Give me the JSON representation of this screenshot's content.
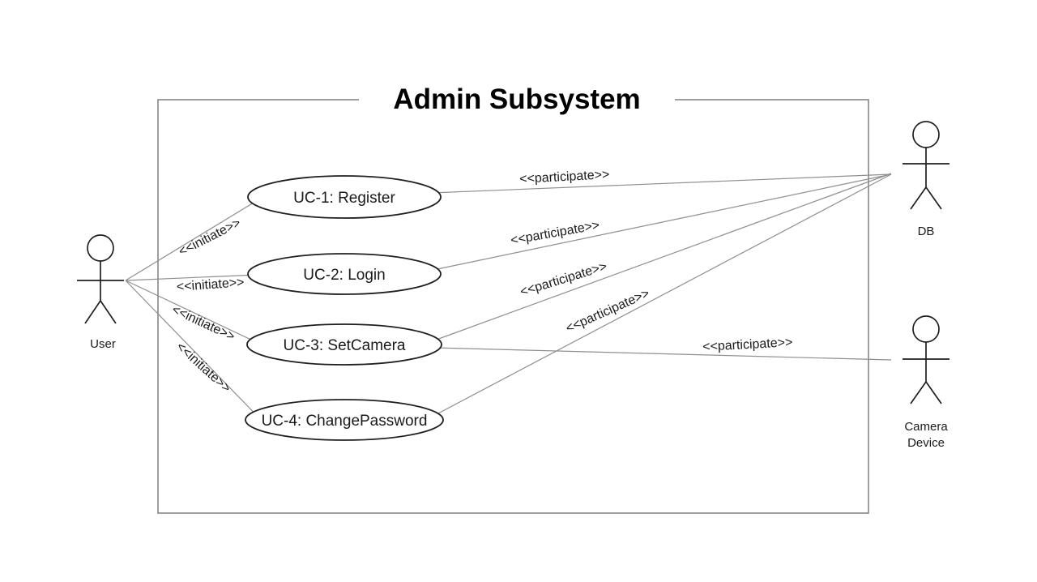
{
  "diagram": {
    "title": "Admin Subsystem"
  },
  "actors": {
    "user": {
      "label": "User"
    },
    "db": {
      "label": "DB"
    },
    "camera": {
      "label_line1": "Camera",
      "label_line2": "Device"
    }
  },
  "use_cases": [
    {
      "label": "UC-1: Register"
    },
    {
      "label": "UC-2: Login"
    },
    {
      "label": "UC-3: SetCamera"
    },
    {
      "label": "UC-4: ChangePassword"
    }
  ],
  "edges": [
    {
      "from": "User",
      "to": "UC-1: Register",
      "label": "<<initiate>>"
    },
    {
      "from": "User",
      "to": "UC-2: Login",
      "label": "<<initiate>>"
    },
    {
      "from": "User",
      "to": "UC-3: SetCamera",
      "label": "<<initiate>>"
    },
    {
      "from": "User",
      "to": "UC-4: ChangePassword",
      "label": "<<initiate>>"
    },
    {
      "from": "UC-1: Register",
      "to": "DB",
      "label": "<<participate>>"
    },
    {
      "from": "UC-2: Login",
      "to": "DB",
      "label": "<<participate>>"
    },
    {
      "from": "UC-3: SetCamera",
      "to": "DB",
      "label": "<<participate>>"
    },
    {
      "from": "UC-4: ChangePassword",
      "to": "DB",
      "label": "<<participate>>"
    },
    {
      "from": "UC-3: SetCamera",
      "to": "Camera Device",
      "label": "<<participate>>"
    }
  ],
  "colors": {
    "background": "#ffffff",
    "boundary_stroke": "#7f7f7f",
    "edge_stroke": "#8f8f8f",
    "shape_stroke": "#1f1f1f",
    "text": "#1a1a1a"
  }
}
